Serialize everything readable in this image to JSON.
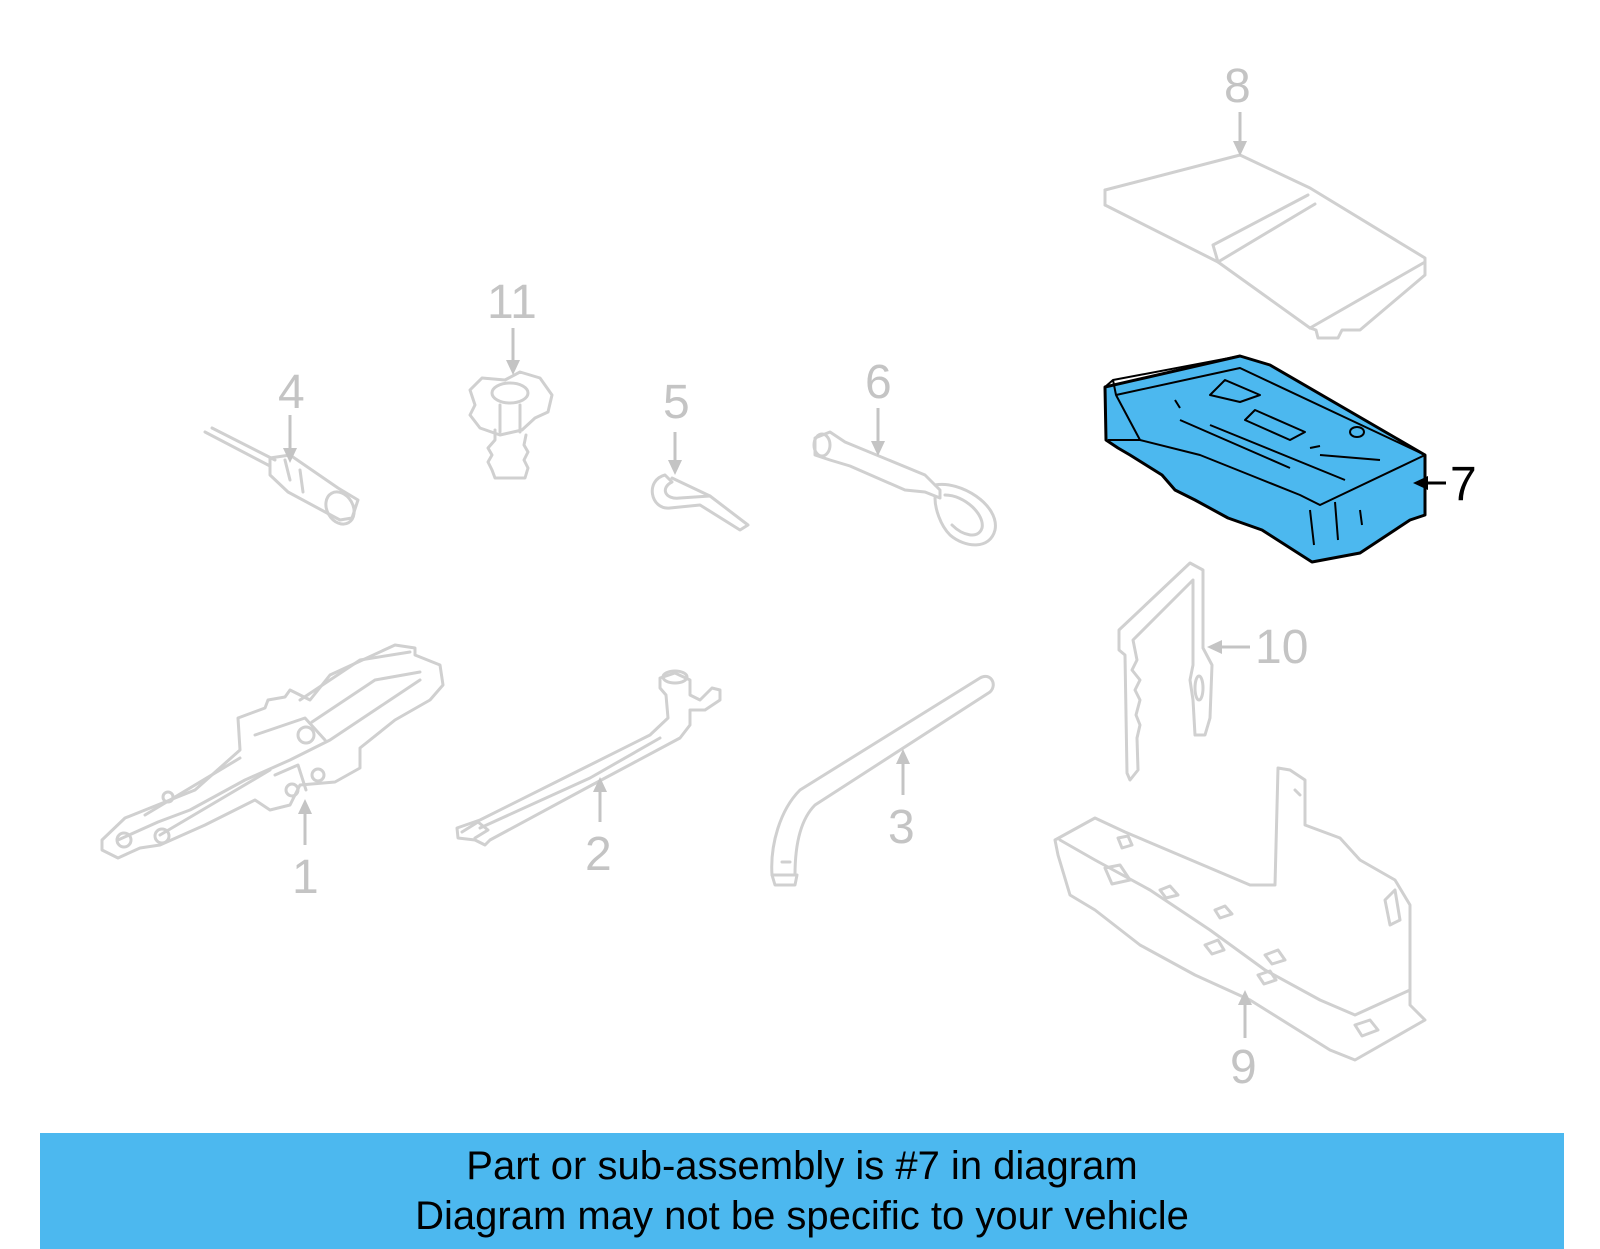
{
  "callouts": {
    "p1": "1",
    "p2": "2",
    "p3": "3",
    "p4": "4",
    "p5": "5",
    "p6": "6",
    "p7": "7",
    "p8": "8",
    "p9": "9",
    "p10": "10",
    "p11": "11"
  },
  "highlight": {
    "part": "7",
    "fill_color": "#4cb8ef",
    "outline_color": "#000000"
  },
  "banner": {
    "line1": "Part or sub-assembly is #7 in diagram",
    "line2": "Diagram may not be specific to your vehicle",
    "background": "#4cb8ef"
  }
}
